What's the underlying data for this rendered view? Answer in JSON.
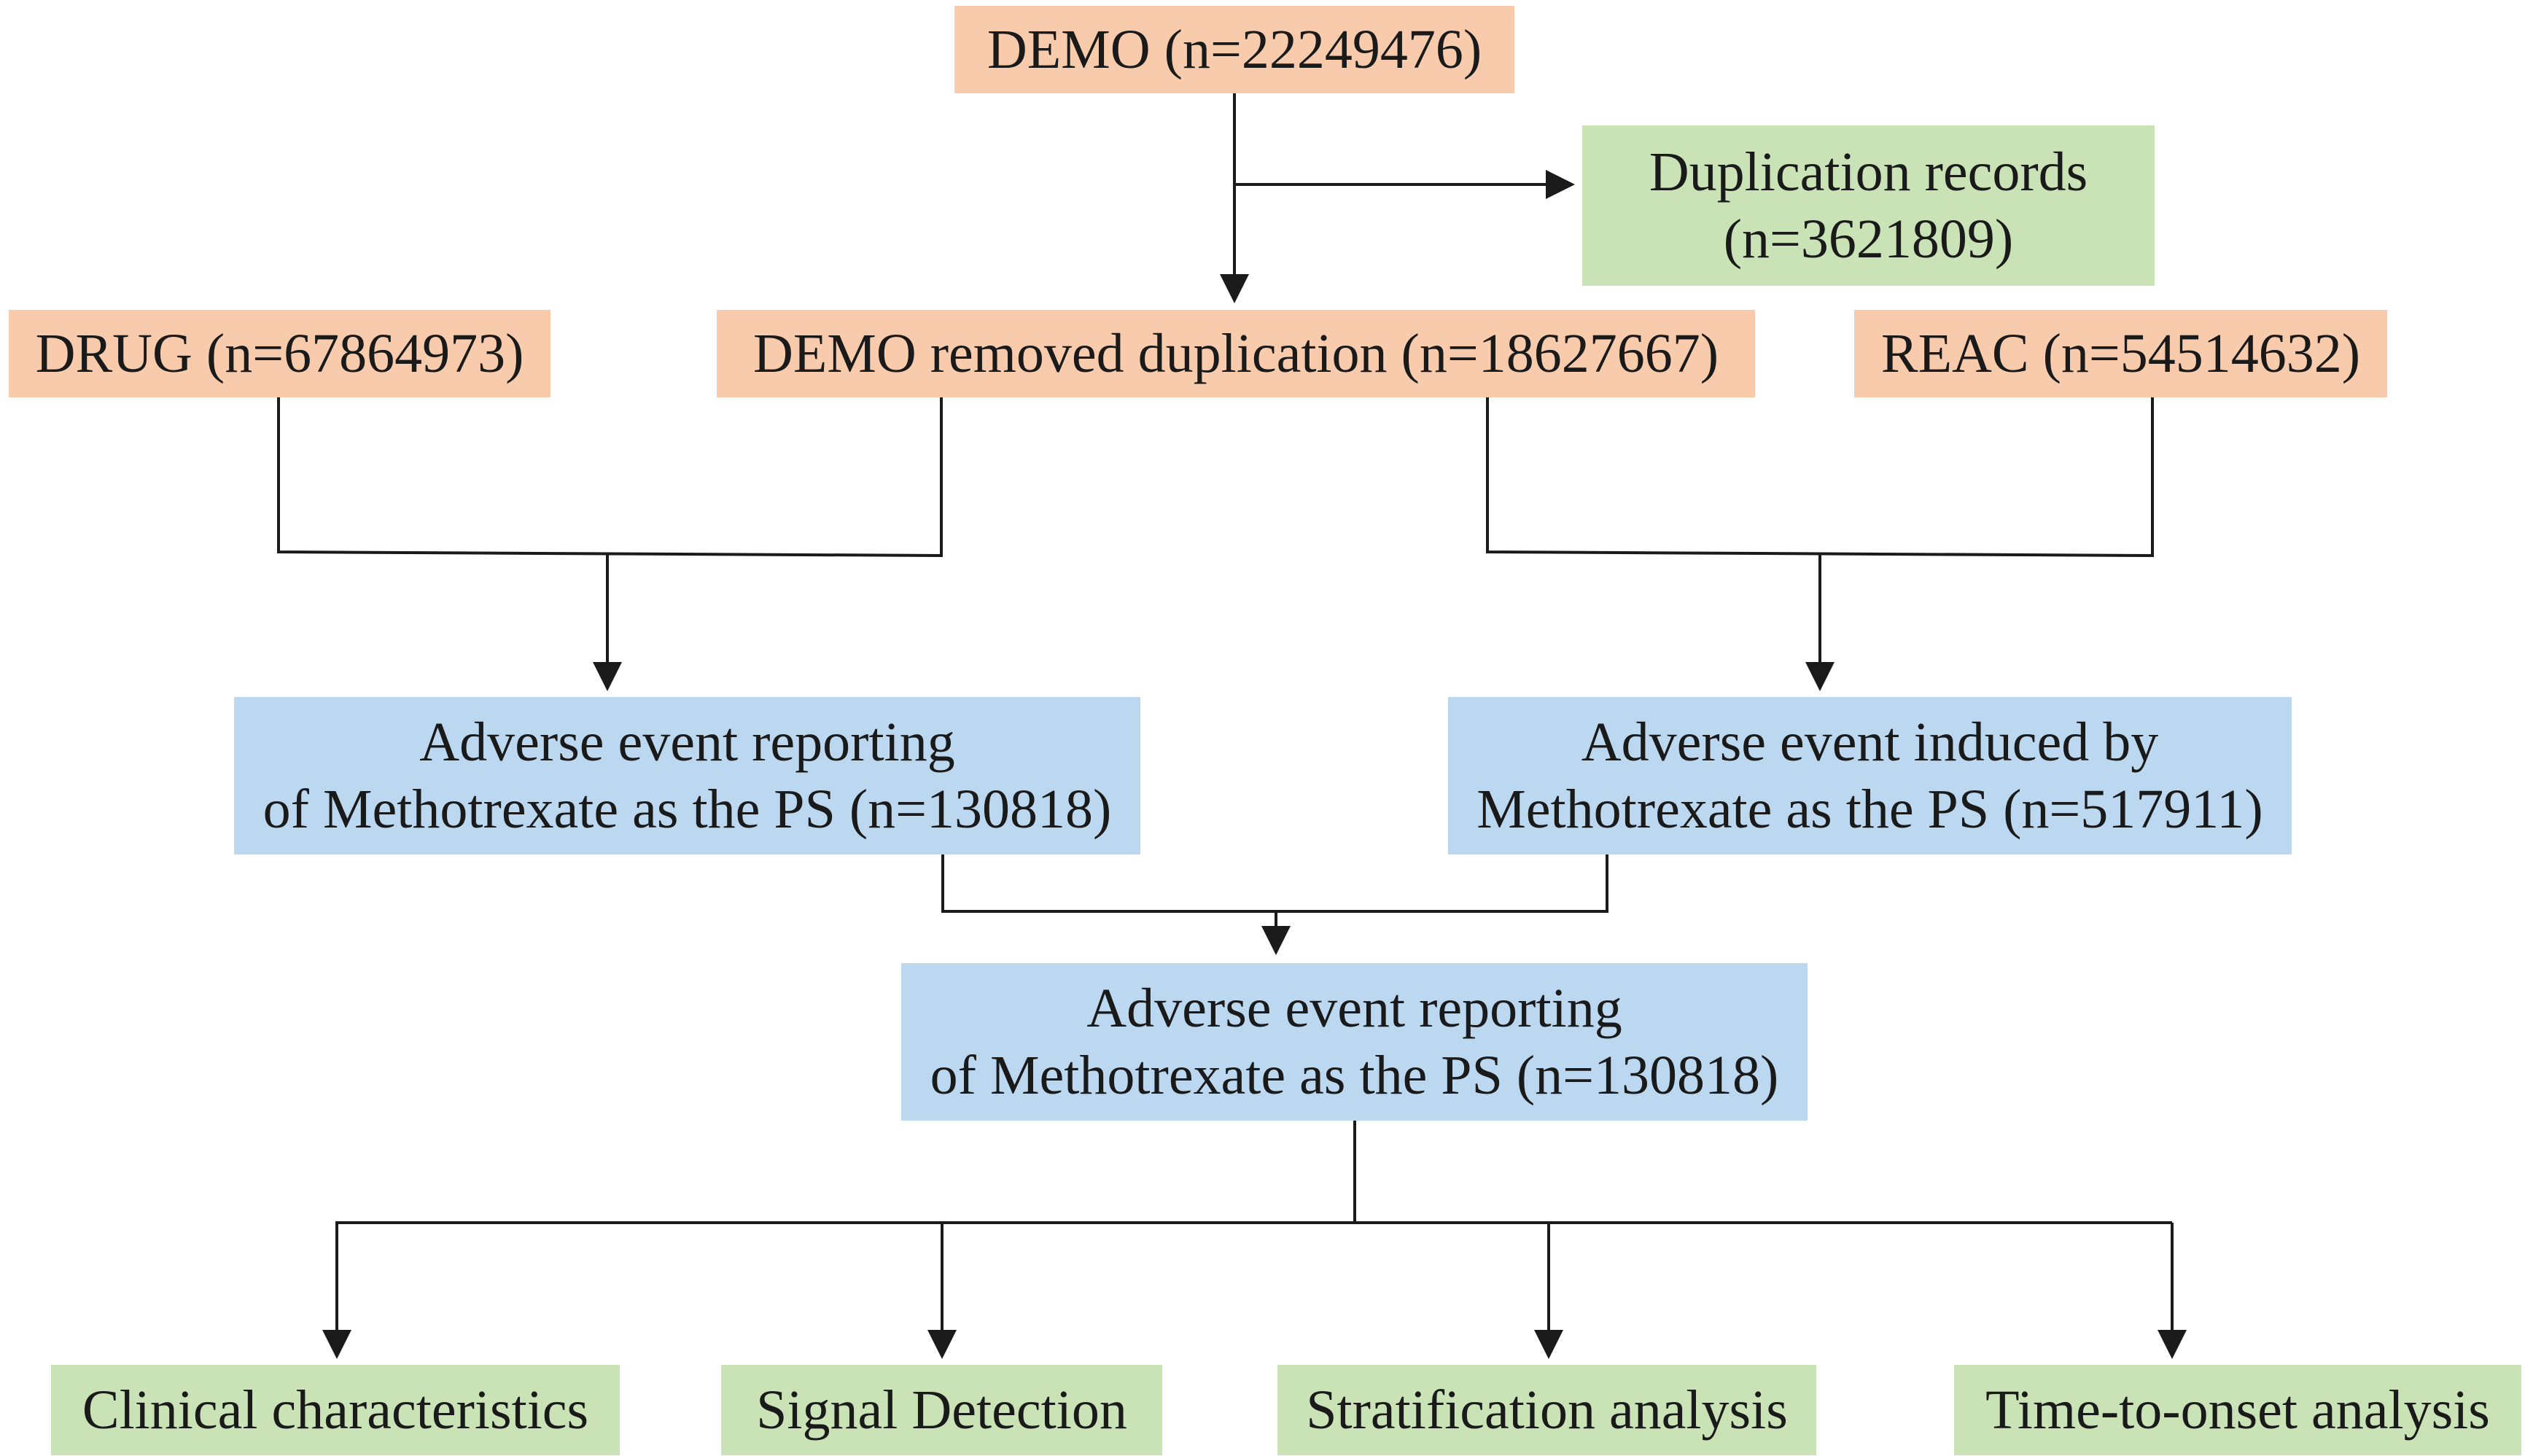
{
  "colors": {
    "source_fill": "#f8cbad",
    "result_fill": "#c9e3b6",
    "process_fill": "#bcd8f0",
    "line": "#1a1a1a"
  },
  "nodes": {
    "demo": "DEMO (n=22249476)",
    "duplication_line1": "Duplication records",
    "duplication_line2": "(n=3621809)",
    "drug": "DRUG (n=67864973)",
    "demo_removed": "DEMO removed duplication (n=18627667)",
    "reac": "REAC (n=54514632)",
    "ae_reporting_line1": "Adverse event reporting",
    "ae_reporting_line2": "of Methotrexate as the PS (n=130818)",
    "ae_induced_line1": "Adverse event induced by",
    "ae_induced_line2": "Methotrexate as the PS (n=517911)",
    "final_line1": "Adverse event reporting",
    "final_line2": "of Methotrexate as the PS (n=130818)",
    "clinical": "Clinical characteristics",
    "signal": "Signal Detection",
    "stratification": "Stratification analysis",
    "time_to_onset": "Time-to-onset analysis"
  }
}
